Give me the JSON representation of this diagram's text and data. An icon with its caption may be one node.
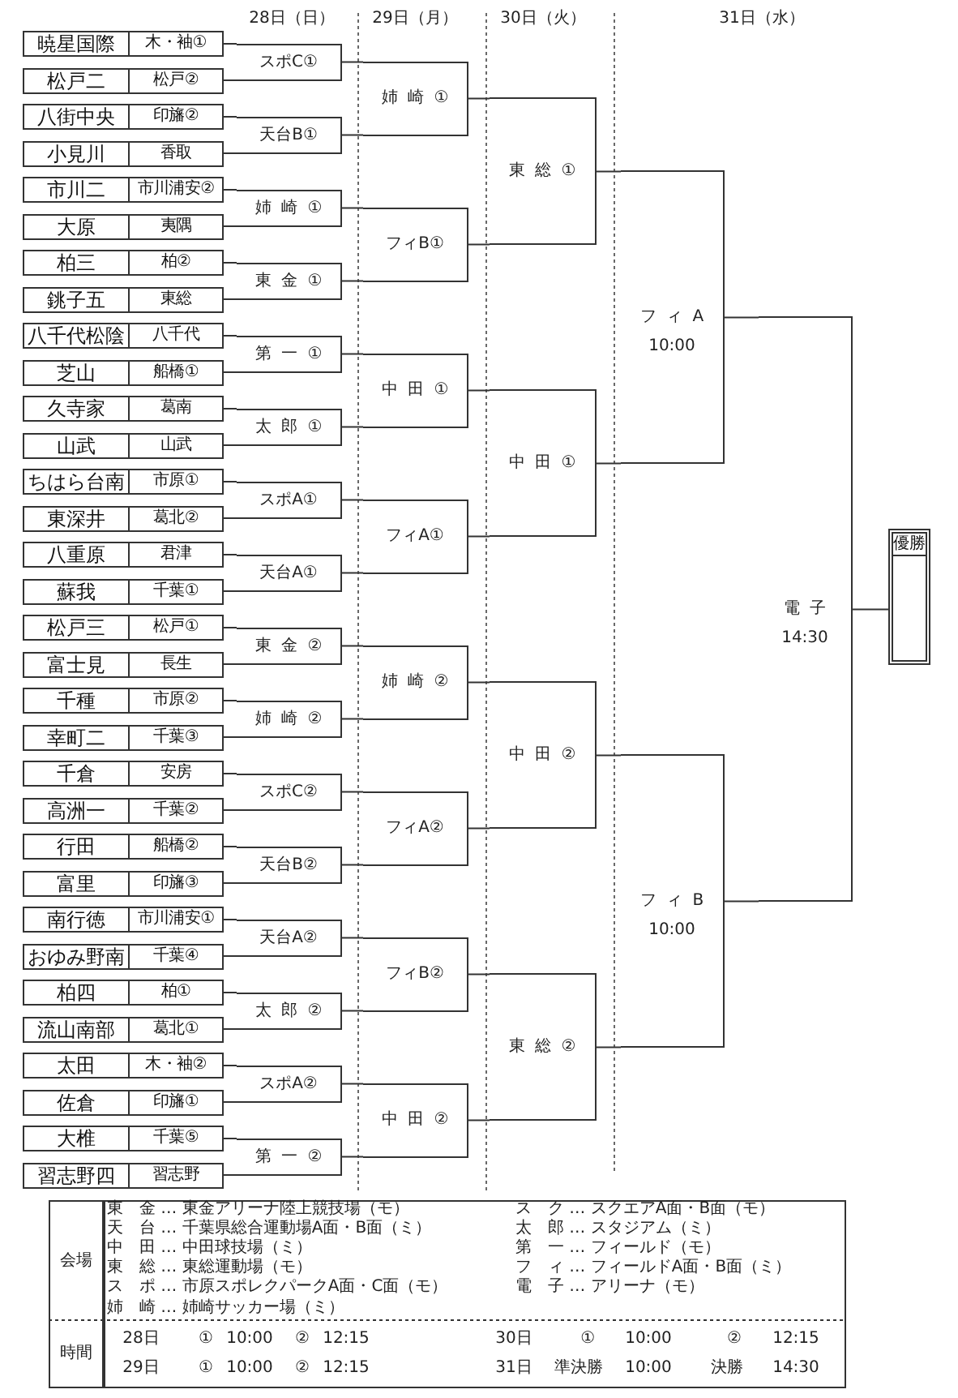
{
  "diagram": {
    "nodes": [
      {
        "text": [
          "暁星国際",
          "木・袖①"
        ]
      },
      {
        "text": [
          "松戸二",
          "松戸②"
        ]
      },
      {
        "text": [
          "八街中央",
          "印旛②"
        ]
      },
      {
        "text": [
          "小見川",
          "香取"
        ]
      },
      {
        "text": [
          "市川二",
          "市川浦安②"
        ]
      },
      {
        "text": [
          "大原",
          "夷隅"
        ]
      },
      {
        "text": [
          "柏三",
          "柏②"
        ]
      },
      {
        "text": [
          "銚子五",
          "東総"
        ]
      },
      {
        "text": [
          "八千代松陰",
          "八千代"
        ]
      },
      {
        "text": [
          "芝山",
          "船橋①"
        ]
      },
      {
        "text": [
          "久寺家",
          "葛南"
        ]
      },
      {
        "text": [
          "山武",
          "山武"
        ]
      },
      {
        "text": [
          "ちはら台南",
          "市原①"
        ]
      },
      {
        "text": [
          "東深井",
          "葛北②"
        ]
      },
      {
        "text": [
          "八重原",
          "君津"
        ]
      },
      {
        "text": [
          "蘇我",
          "千葉①"
        ]
      },
      {
        "text": [
          "松戸三",
          "松戸①"
        ]
      },
      {
        "text": [
          "富士見",
          "長生"
        ]
      },
      {
        "text": [
          "千種",
          "市原②"
        ]
      },
      {
        "text": [
          "幸町二",
          "千葉③"
        ]
      },
      {
        "text": [
          "千倉",
          "安房"
        ]
      },
      {
        "text": [
          "高洲一",
          "千葉②"
        ]
      },
      {
        "text": [
          "行田",
          "船橋②"
        ]
      },
      {
        "text": [
          "富里",
          "印旛③"
        ]
      },
      {
        "text": [
          "南行徳",
          "市川浦安①"
        ]
      },
      {
        "text": [
          "おゆみ野南",
          "千葉④"
        ]
      },
      {
        "text": [
          "柏四",
          "柏①"
        ]
      },
      {
        "text": [
          "流山南部",
          "葛北①"
        ]
      },
      {
        "text": [
          "太田",
          "木・袖②"
        ]
      },
      {
        "text": [
          "佐倉",
          "印旛①"
        ]
      },
      {
        "text": [
          "大椎",
          "千葉⑤"
        ]
      },
      {
        "text": [
          "習志野四",
          "習志野"
        ]
      },
      {
        "text": [
          "スポC①"
        ]
      },
      {
        "text": [
          "天台B①"
        ]
      },
      {
        "text": [
          "姉 崎 ①"
        ]
      },
      {
        "text": [
          "東 金 ①"
        ]
      },
      {
        "text": [
          "第 一 ①"
        ]
      },
      {
        "text": [
          "太 郎 ①"
        ]
      },
      {
        "text": [
          "スポA①"
        ]
      },
      {
        "text": [
          "天台A①"
        ]
      },
      {
        "text": [
          "東 金 ②"
        ]
      },
      {
        "text": [
          "姉 崎 ②"
        ]
      },
      {
        "text": [
          "スポC②"
        ]
      },
      {
        "text": [
          "天台B②"
        ]
      },
      {
        "text": [
          "天台A②"
        ]
      },
      {
        "text": [
          "太 郎 ②"
        ]
      },
      {
        "text": [
          "スポA②"
        ]
      },
      {
        "text": [
          "第 一 ②"
        ]
      },
      {
        "text": [
          "姉 崎 ①"
        ]
      },
      {
        "text": [
          "フィB①"
        ]
      },
      {
        "text": [
          "中 田 ①"
        ]
      },
      {
        "text": [
          "フィA①"
        ]
      },
      {
        "text": [
          "姉 崎 ②"
        ]
      },
      {
        "text": [
          "フィA②"
        ]
      },
      {
        "text": [
          "フィB②"
        ]
      },
      {
        "text": [
          "中 田 ②"
        ]
      },
      {
        "text": [
          "東 総 ①"
        ]
      },
      {
        "text": [
          "中 田 ①"
        ]
      },
      {
        "text": [
          "中 田 ②"
        ]
      },
      {
        "text": [
          "東 総 ②"
        ]
      },
      {
        "text": [
          "フ ィ A",
          "10:00"
        ]
      },
      {
        "text": [
          "フ ィ B",
          "10:00"
        ]
      },
      {
        "text": [
          "電 子",
          "14:30"
        ]
      },
      {
        "text": [
          "優勝"
        ]
      }
    ],
    "edges": [
      {
        "from": 0,
        "to": 32,
        "arrow": "none"
      },
      {
        "from": 1,
        "to": 32,
        "arrow": "none"
      },
      {
        "from": 2,
        "to": 33,
        "arrow": "none"
      },
      {
        "from": 3,
        "to": 33,
        "arrow": "none"
      },
      {
        "from": 4,
        "to": 34,
        "arrow": "none"
      },
      {
        "from": 5,
        "to": 34,
        "arrow": "none"
      },
      {
        "from": 6,
        "to": 35,
        "arrow": "none"
      },
      {
        "from": 7,
        "to": 35,
        "arrow": "none"
      },
      {
        "from": 8,
        "to": 36,
        "arrow": "none"
      },
      {
        "from": 9,
        "to": 36,
        "arrow": "none"
      },
      {
        "from": 10,
        "to": 37,
        "arrow": "none"
      },
      {
        "from": 11,
        "to": 37,
        "arrow": "none"
      },
      {
        "from": 12,
        "to": 38,
        "arrow": "none"
      },
      {
        "from": 13,
        "to": 38,
        "arrow": "none"
      },
      {
        "from": 14,
        "to": 39,
        "arrow": "none"
      },
      {
        "from": 15,
        "to": 39,
        "arrow": "none"
      },
      {
        "from": 16,
        "to": 40,
        "arrow": "none"
      },
      {
        "from": 17,
        "to": 40,
        "arrow": "none"
      },
      {
        "from": 18,
        "to": 41,
        "arrow": "none"
      },
      {
        "from": 19,
        "to": 41,
        "arrow": "none"
      },
      {
        "from": 20,
        "to": 42,
        "arrow": "none"
      },
      {
        "from": 21,
        "to": 42,
        "arrow": "none"
      },
      {
        "from": 22,
        "to": 43,
        "arrow": "none"
      },
      {
        "from": 23,
        "to": 43,
        "arrow": "none"
      },
      {
        "from": 24,
        "to": 44,
        "arrow": "none"
      },
      {
        "from": 25,
        "to": 44,
        "arrow": "none"
      },
      {
        "from": 26,
        "to": 45,
        "arrow": "none"
      },
      {
        "from": 27,
        "to": 45,
        "arrow": "none"
      },
      {
        "from": 28,
        "to": 46,
        "arrow": "none"
      },
      {
        "from": 29,
        "to": 46,
        "arrow": "none"
      },
      {
        "from": 30,
        "to": 47,
        "arrow": "none"
      },
      {
        "from": 31,
        "to": 47,
        "arrow": "none"
      },
      {
        "from": 32,
        "to": 48,
        "arrow": "none"
      },
      {
        "from": 33,
        "to": 48,
        "arrow": "none"
      },
      {
        "from": 34,
        "to": 49,
        "arrow": "none"
      },
      {
        "from": 35,
        "to": 49,
        "arrow": "none"
      },
      {
        "from": 36,
        "to": 50,
        "arrow": "none"
      },
      {
        "from": 37,
        "to": 50,
        "arrow": "none"
      },
      {
        "from": 38,
        "to": 51,
        "arrow": "none"
      },
      {
        "from": 39,
        "to": 51,
        "arrow": "none"
      },
      {
        "from": 40,
        "to": 52,
        "arrow": "none"
      },
      {
        "from": 41,
        "to": 52,
        "arrow": "none"
      },
      {
        "from": 42,
        "to": 53,
        "arrow": "none"
      },
      {
        "from": 43,
        "to": 53,
        "arrow": "none"
      },
      {
        "from": 44,
        "to": 54,
        "arrow": "none"
      },
      {
        "from": 45,
        "to": 54,
        "arrow": "none"
      },
      {
        "from": 46,
        "to": 55,
        "arrow": "none"
      },
      {
        "from": 47,
        "to": 55,
        "arrow": "none"
      },
      {
        "from": 48,
        "to": 56,
        "arrow": "none"
      },
      {
        "from": 49,
        "to": 56,
        "arrow": "none"
      },
      {
        "from": 50,
        "to": 57,
        "arrow": "none"
      },
      {
        "from": 51,
        "to": 57,
        "arrow": "none"
      },
      {
        "from": 52,
        "to": 58,
        "arrow": "none"
      },
      {
        "from": 53,
        "to": 58,
        "arrow": "none"
      },
      {
        "from": 54,
        "to": 59,
        "arrow": "none"
      },
      {
        "from": 55,
        "to": 59,
        "arrow": "none"
      },
      {
        "from": 56,
        "to": 60,
        "arrow": "none"
      },
      {
        "from": 57,
        "to": 60,
        "arrow": "none"
      },
      {
        "from": 58,
        "to": 61,
        "arrow": "none"
      },
      {
        "from": 59,
        "to": 61,
        "arrow": "none"
      },
      {
        "from": 60,
        "to": 62,
        "arrow": "none"
      },
      {
        "from": 61,
        "to": 62,
        "arrow": "none"
      },
      {
        "from": 62,
        "to": 63,
        "arrow": "none"
      }
    ],
    "labels": [
      "28日（日）",
      "29日（月）",
      "30日（火）",
      "31日（水）",
      "会場",
      "東　金 … 東金アリーナ陸上競技場（モ）",
      "ス　ク … スクエアA面・B面（モ）",
      "天　台 … 千葉県総合運動場A面・B面（ミ）",
      "太　郎 … スタジアム（ミ）",
      "中　田 … 中田球技場（ミ）",
      "第　一 … フィールド（モ）",
      "東　総 … 東総運動場（モ）",
      "フ　ィ … フィールドA面・B面（ミ）",
      "ス　ポ … 市原スポレクパークA面・C面（モ）",
      "電　子 … アリーナ（モ）",
      "姉　崎 … 姉崎サッカー場（ミ）",
      "時間",
      "28日",
      "①",
      "10:00",
      "②",
      "12:15",
      "30日",
      "①",
      "10:00",
      "②",
      "12:15",
      "29日",
      "①",
      "10:00",
      "②",
      "12:15",
      "31日",
      "準決勝",
      "10:00",
      "決勝",
      "14:30"
    ]
  }
}
